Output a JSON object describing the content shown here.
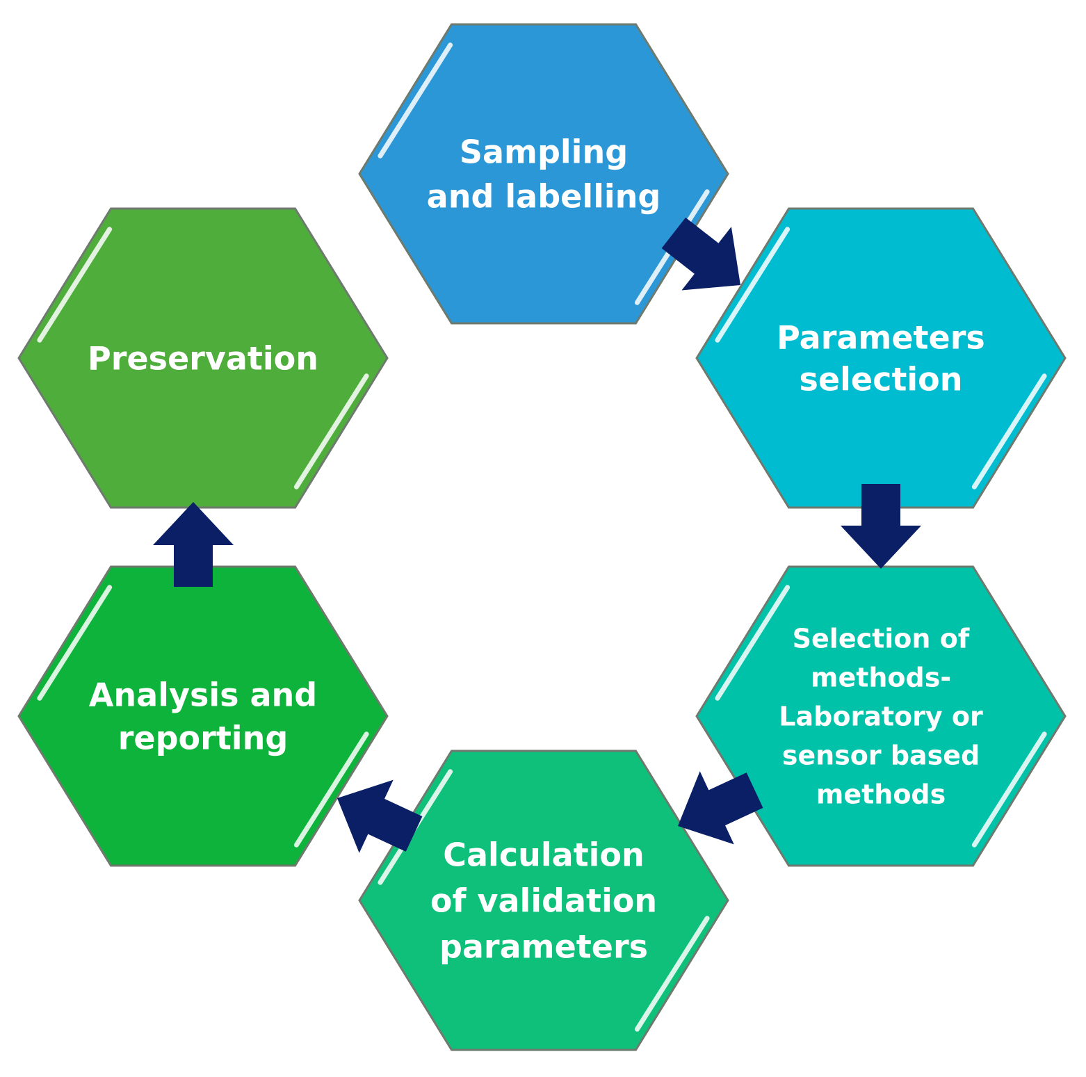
{
  "steps": [
    {
      "id": "sampling",
      "lines": [
        "Sampling",
        "and labelling"
      ],
      "color": "#2b97d6"
    },
    {
      "id": "parameters",
      "lines": [
        "Parameters",
        "selection"
      ],
      "color": "#00bcd1"
    },
    {
      "id": "methods",
      "lines": [
        "Selection of",
        "methods-",
        "Laboratory or",
        "sensor based",
        "methods"
      ],
      "color": "#00c2a8"
    },
    {
      "id": "calculation",
      "lines": [
        "Calculation",
        "of validation",
        "parameters"
      ],
      "color": "#0ec07a"
    },
    {
      "id": "analysis",
      "lines": [
        "Analysis and",
        "reporting"
      ],
      "color": "#0db33a"
    },
    {
      "id": "preservation",
      "lines": [
        "Preservation"
      ],
      "color": "#4fae3b"
    }
  ],
  "arrow_color": "#0a1f66"
}
